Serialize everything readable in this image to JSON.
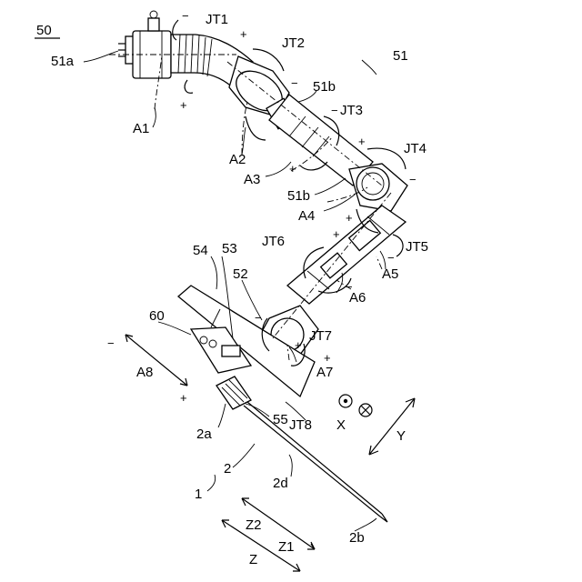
{
  "figure": {
    "number": "50",
    "labels": {
      "l51a": "51a",
      "l51": "51",
      "l51b_top": "51b",
      "l51b_low": "51b",
      "JT1": "JT1",
      "JT2": "JT2",
      "JT3": "JT3",
      "JT4": "JT4",
      "JT5": "JT5",
      "JT6": "JT6",
      "JT7": "JT7",
      "JT8": "JT8",
      "A1": "A1",
      "A2": "A2",
      "A3": "A3",
      "A4": "A4",
      "A5": "A5",
      "A6": "A6",
      "A7": "A7",
      "A8": "A8",
      "l54": "54",
      "l53": "53",
      "l52": "52",
      "l60": "60",
      "l55": "55",
      "l2a": "2a",
      "l2": "2",
      "l1": "1",
      "l2d": "2d",
      "l2b": "2b",
      "X": "X",
      "Y": "Y",
      "Z": "Z",
      "Z1": "Z1",
      "Z2": "Z2"
    },
    "signs": {
      "plus": "+",
      "minus": "−"
    }
  }
}
